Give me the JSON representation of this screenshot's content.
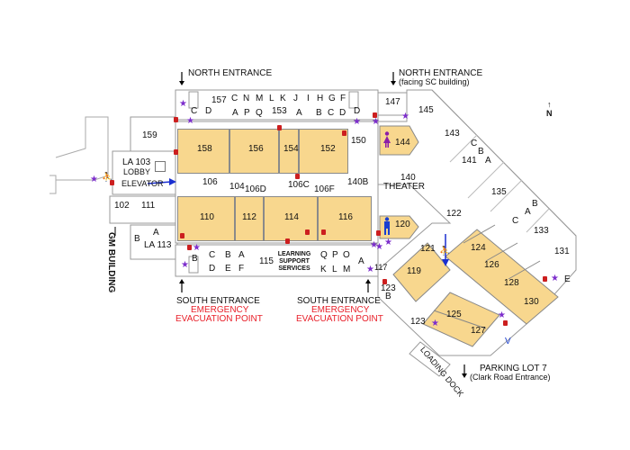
{
  "compass": {
    "arrow": "↑",
    "label": "N"
  },
  "entrances": {
    "north_left": "NORTH ENTRANCE",
    "north_right": "NORTH ENTRANCE",
    "north_right_sub": "(facing SC building)",
    "south_left": "SOUTH ENTRANCE",
    "south_right": "SOUTH ENTRANCE",
    "evac_line1": "EMERGENCY",
    "evac_line2": "EVACUATION POINT",
    "gm_building": "GM BUILDING",
    "parking": "PARKING LOT 7",
    "parking_sub": "(Clark Road Entrance)",
    "loading_dock": "LOADING DOCK"
  },
  "colors": {
    "classroom": "#f8d78e",
    "evacuation": "#e8202a",
    "star": "#7d2ecc",
    "extinguisher": "#cc1f1f",
    "arrow": "#1a2fd0",
    "womens": "#8b1fa8",
    "mens": "#1a3fd0",
    "exit_sign": "#2aa02a"
  },
  "north_wing": {
    "top_row": [
      "C",
      "N",
      "M",
      "L",
      "K",
      "J",
      "I",
      "H",
      "G",
      "F"
    ],
    "bottom_row": [
      "A",
      "P",
      "Q",
      "153",
      "A",
      "B",
      "C",
      "D"
    ],
    "stair_left": "C",
    "left_d": "D",
    "room_157": "157",
    "stair_right": "D",
    "room_147": "147"
  },
  "south_wing": {
    "top_left": [
      "C",
      "B",
      "A"
    ],
    "bottom_left": [
      "D",
      "E",
      "F"
    ],
    "room_115": "115",
    "lss": [
      "LEARNING",
      "SUPPORT",
      "SERVICES"
    ],
    "top_right": [
      "Q",
      "P",
      "O"
    ],
    "bottom_right": [
      "K",
      "L",
      "M"
    ],
    "stair_b": "B",
    "room_a": "A",
    "room_117": "117"
  },
  "rooms": {
    "r159": "159",
    "r158": "158",
    "r156": "156",
    "r154": "154",
    "r152": "152",
    "r150": "150",
    "lobby": "LA 103",
    "lobby_sub": "LOBBY",
    "elevator": "ELEVATOR",
    "r106": "106",
    "r104": "104",
    "r106d": "106D",
    "r106c": "106C",
    "r106f": "106F",
    "r140b": "140B",
    "r102": "102",
    "r111": "111",
    "r110": "110",
    "r112": "112",
    "r114": "114",
    "r116": "116",
    "r113b": "B",
    "r113a": "A",
    "r113": "LA 113",
    "r144": "144",
    "r140": "140",
    "theater": "THEATER",
    "r120": "120",
    "r122": "122",
    "r145": "145",
    "r143": "143",
    "r141c": "C",
    "r141b": "B",
    "r141": "141",
    "r141a": "A",
    "r135": "135",
    "r135c": "C",
    "r135a": "A",
    "r135b": "B",
    "r133": "133",
    "r131": "131",
    "r121": "121",
    "r119": "119",
    "r123b_num": "123",
    "r123b": "B",
    "r123": "123",
    "r124": "124",
    "r126": "126",
    "r128": "128",
    "r130": "130",
    "r125": "125",
    "r127": "127",
    "re": "E",
    "rv": "V"
  }
}
